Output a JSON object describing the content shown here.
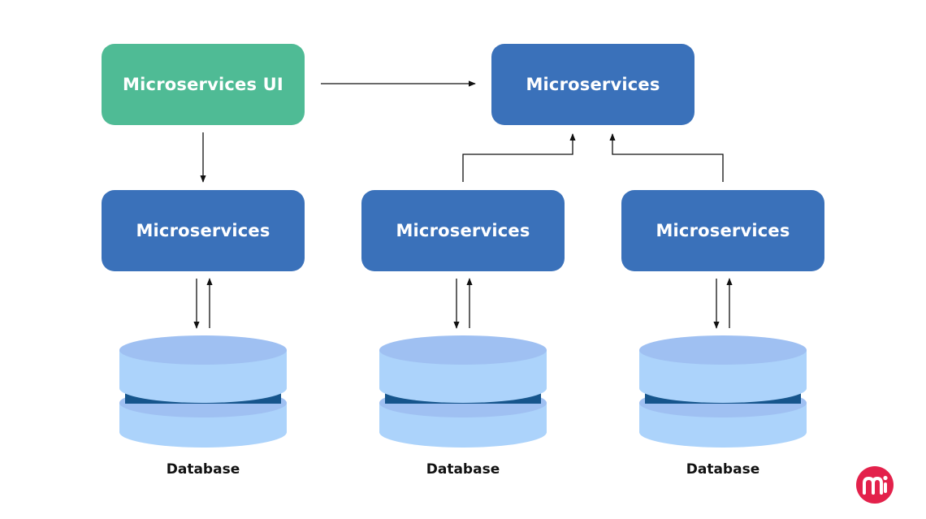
{
  "nodes": {
    "ui": {
      "label": "Microservices UI",
      "color": "#4fbb95"
    },
    "top_service": {
      "label": "Microservices",
      "color": "#3a71ba"
    },
    "service_1": {
      "label": "Microservices",
      "color": "#3a71ba"
    },
    "service_2": {
      "label": "Microservices",
      "color": "#3a71ba"
    },
    "service_3": {
      "label": "Microservices",
      "color": "#3a71ba"
    }
  },
  "databases": [
    {
      "label": "Database"
    },
    {
      "label": "Database"
    },
    {
      "label": "Database"
    }
  ],
  "colors": {
    "db_top": "#9fc0f2",
    "db_body": "#acd3fb",
    "db_band": "#16558c",
    "arrow": "#111111",
    "logo": "#e3214b"
  },
  "logo_icon": "brand-logo-icon"
}
